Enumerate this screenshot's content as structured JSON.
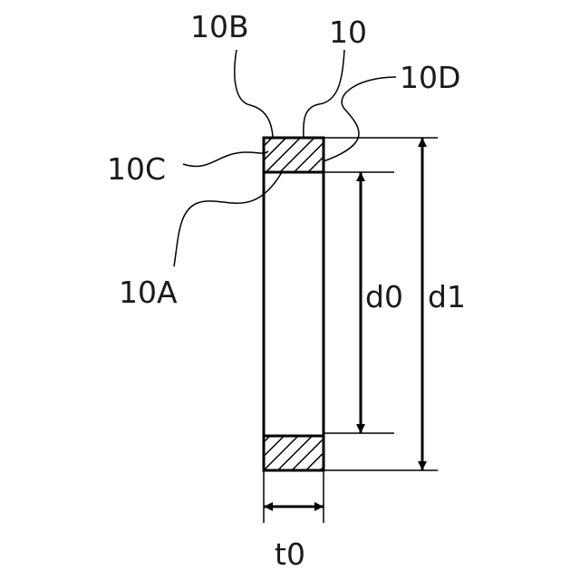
{
  "figure": {
    "labels": {
      "label_10": "10",
      "label_10a": "10A",
      "label_10b": "10B",
      "label_10c": "10C",
      "label_10d": "10D",
      "label_d0": "d0",
      "label_d1": "d1",
      "label_t0": "t0"
    },
    "colors": {
      "stroke": "#000000",
      "text": "#1a1a1a",
      "background": "#ffffff"
    }
  }
}
